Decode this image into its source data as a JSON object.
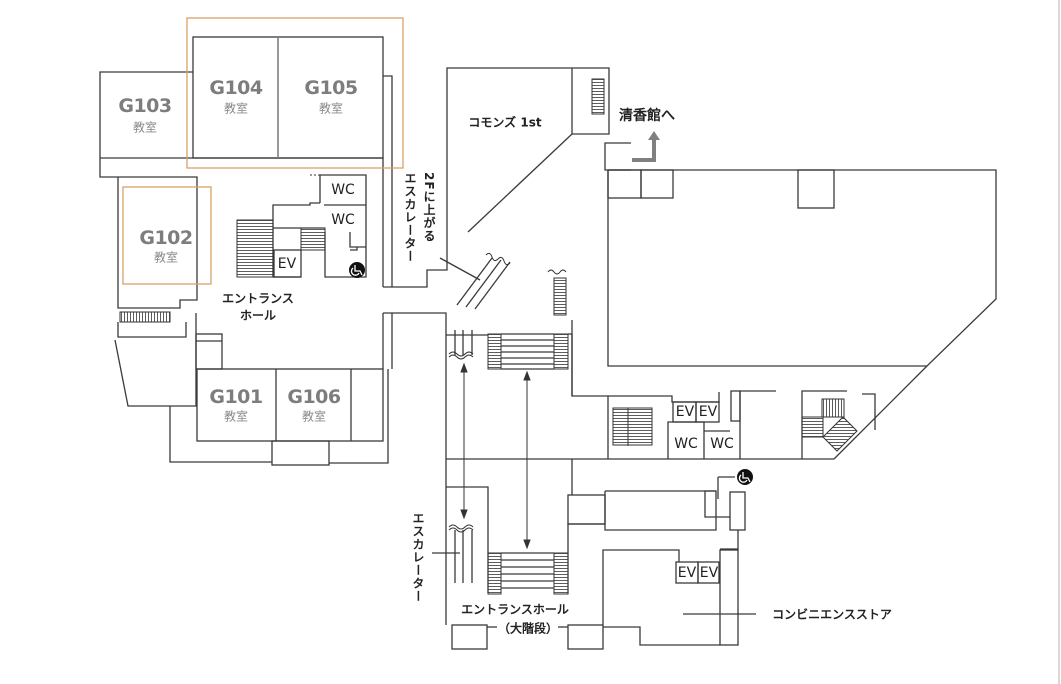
{
  "rooms": {
    "g103": {
      "code": "G103",
      "type": "教室"
    },
    "g104": {
      "code": "G104",
      "type": "教室"
    },
    "g105": {
      "code": "G105",
      "type": "教室"
    },
    "g102": {
      "code": "G102",
      "type": "教室"
    },
    "g101": {
      "code": "G101",
      "type": "教室"
    },
    "g106": {
      "code": "G106",
      "type": "教室"
    }
  },
  "highlighted_rooms": [
    "G104",
    "G105",
    "G102"
  ],
  "labels": {
    "commons": "コモンズ 1st",
    "seikokan": "清香館へ",
    "entrance_hall_1": "エントランス",
    "entrance_hall_2": "ホール",
    "escalator_to_2f_1": "2Fに上がる",
    "escalator_to_2f_2": "エスカレーター",
    "escalator": "エスカレーター",
    "grand_entrance_1": "エントランスホール",
    "grand_entrance_2": "（大階段）",
    "convenience_store": "コンビニエンスストア"
  },
  "facilities": {
    "wc": "WC",
    "ev": "EV"
  },
  "icons": [
    "wheelchair-accessible-icon",
    "direction-arrow-icon",
    "escalator-icon",
    "stairs-icon"
  ],
  "colors": {
    "highlight": "#d9a06a",
    "room_label": "#7d7d7d",
    "wall": "#3a3a3a"
  }
}
